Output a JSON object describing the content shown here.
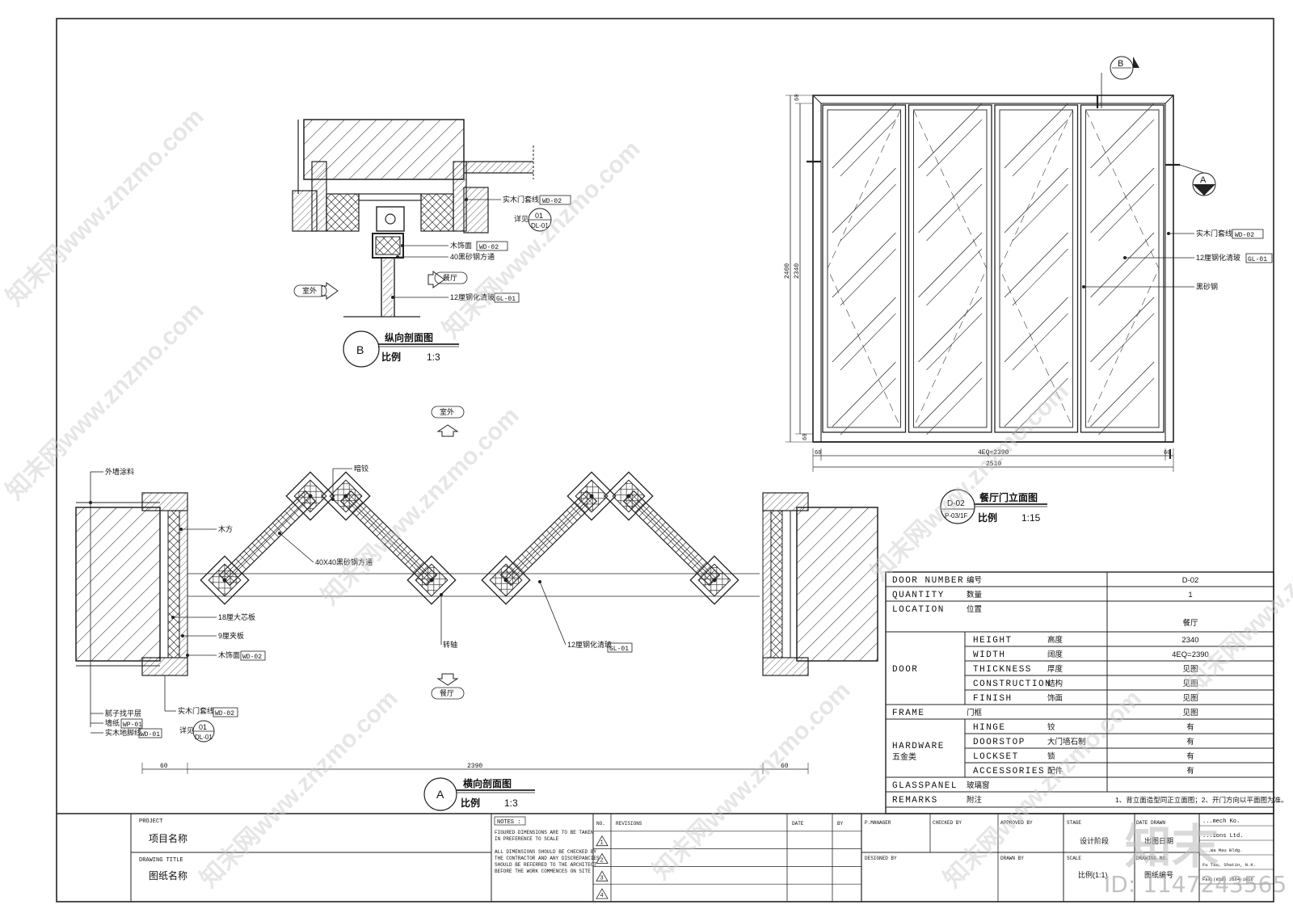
{
  "section_b": {
    "title": "纵向剖面图",
    "scale_label": "比例",
    "scale": "1:3",
    "bubble": "B",
    "labels": {
      "door_casing": "实木门套线",
      "door_casing_code": "WD-02",
      "detail_ref": "详见",
      "detail_no": "01",
      "detail_sheet": "DL-01",
      "wood_finish": "木饰面",
      "wood_finish_code": "WD-02",
      "steel_tube": "40黑砂钢方通",
      "glass": "12厘钢化清玻",
      "glass_code": "GL-01",
      "outside": "室外",
      "dining": "餐厅"
    }
  },
  "elevation": {
    "title": "餐厅门立面图",
    "scale_label": "比例",
    "scale": "1:15",
    "tag_top": "D-02",
    "tag_bottom": "P-03/1F",
    "marker_b": "B",
    "marker_a": "A",
    "labels": {
      "door_casing": "实木门套线",
      "door_casing_code": "WD-02",
      "glass": "12厘钢化清玻",
      "glass_code": "GL-01",
      "steel": "黑砂钢"
    },
    "dims": {
      "overall_height": "2400",
      "inner_height": "2340",
      "top": "60",
      "bottom": "60",
      "left": "60",
      "right": "60",
      "leaves": "4EQ=2390",
      "overall_width": "2510"
    }
  },
  "section_a": {
    "title": "横向剖面图",
    "scale_label": "比例",
    "scale": "1:3",
    "bubble": "A",
    "labels": {
      "outside": "室外",
      "dining": "餐厅",
      "exterior_paint": "外墙涂料",
      "hidden_hinge": "暗铰",
      "timber": "木方",
      "steel_tube": "40X40黑砂钢方通",
      "core_board": "18厘大芯板",
      "plywood": "9厘夹板",
      "wood_finish": "木饰面",
      "wood_finish_code": "WD-02",
      "pivot": "转轴",
      "glass": "12厘钢化清玻",
      "glass_code": "GL-01",
      "putty": "腻子找平层",
      "wallpaper": "墙纸",
      "wallpaper_code": "WP-01",
      "skirting": "实木地脚线",
      "skirting_code": "WD-01",
      "door_casing": "实木门套线",
      "door_casing_code": "WD-02",
      "detail_ref": "详见",
      "detail_no": "01",
      "detail_sheet": "DL-01"
    },
    "dims": {
      "left": "60",
      "middle": "2390",
      "right": "60"
    }
  },
  "schedule": {
    "rows": [
      {
        "en": "DOOR NUMBER",
        "zh": "编号",
        "value": "D-02"
      },
      {
        "en": "QUANTITY",
        "zh": "数量",
        "value": "1"
      },
      {
        "en": "LOCATION",
        "zh": "位置",
        "value": "餐厅"
      }
    ],
    "door_group": "DOOR",
    "door_rows": [
      {
        "en": "HEIGHT",
        "zh": "高度",
        "value": "2340"
      },
      {
        "en": "WIDTH",
        "zh": "阔度",
        "value": "4EQ=2390"
      },
      {
        "en": "THICKNESS",
        "zh": "厚度",
        "value": "见图"
      },
      {
        "en": "CONSTRUCTION",
        "zh": "结构",
        "value": "见图"
      },
      {
        "en": "FINISH",
        "zh": "饰面",
        "value": "见图"
      }
    ],
    "frame": {
      "en": "FRAME",
      "zh": "门框",
      "value": "见图"
    },
    "hardware_group_en": "HARDWARE",
    "hardware_group_zh": "五金类",
    "hardware_rows": [
      {
        "en": "HINGE",
        "zh": "铰",
        "value": "有"
      },
      {
        "en": "DOORSTOP",
        "zh": "大门墙石制",
        "value": "有"
      },
      {
        "en": "LOCKSET",
        "zh": "锁",
        "value": "有"
      },
      {
        "en": "ACCESSORIES",
        "zh": "配件",
        "value": "有"
      }
    ],
    "glasspanel": {
      "en": "GLASSPANEL",
      "zh": "玻璃窗",
      "value": ""
    },
    "remarks": {
      "en": "REMARKS",
      "zh": "附注",
      "value": "1、背立面造型同正立面图；2、开门方向以平面图为准。"
    }
  },
  "title_block": {
    "project_label": "PROJECT",
    "project_name": "项目名称",
    "drawing_title_label": "DRAWING TITLE",
    "drawing_title": "图纸名称",
    "notes_label": "NOTES :",
    "notes": [
      "FIGURED DIMENSIONS ARE TO BE TAKEN",
      "IN PREFERENCE TO SCALE",
      "ALL DIMENSIONS SHOULD BE CHECKED BY",
      "THE CONTRACTOR AND ANY DISCREPANCIES",
      "SHOULD BE REFERRED TO THE ARCHITECT",
      "BEFORE THE WORK COMMENCES ON SITE"
    ],
    "rev_headers": {
      "no": "NO.",
      "revisions": "REVISIONS",
      "date": "DATE",
      "by": "BY"
    },
    "rev_numbers": [
      "1",
      "2",
      "3",
      "4"
    ],
    "p_manager": "P.MANAGER",
    "checked_by": "CHECKED BY",
    "approved_by": "APPROVED BY",
    "designed_by": "DESIGNED BY",
    "drawn_by": "DRAWN BY",
    "stage_label": "STAGE",
    "stage_value": "设计阶段",
    "scale_label": "SCALE",
    "scale_value": "比例(1:1)",
    "date_drawn_label": "DATE DRAWN",
    "date_drawn_value": "出图日期",
    "drawing_no_label": "DRAWING NO.",
    "drawing_no_value": "图纸编号",
    "company_lines": [
      "...mech Ko.",
      "...ions Ltd.",
      "...Wa Mau Bldg.",
      "Fu Tau, Shatin, N.K.",
      "Fax:(852) 2664-1016"
    ]
  },
  "watermark": {
    "text": "知末网www.znzmo.com",
    "logo": "知末",
    "id": "ID: 1147243565"
  }
}
